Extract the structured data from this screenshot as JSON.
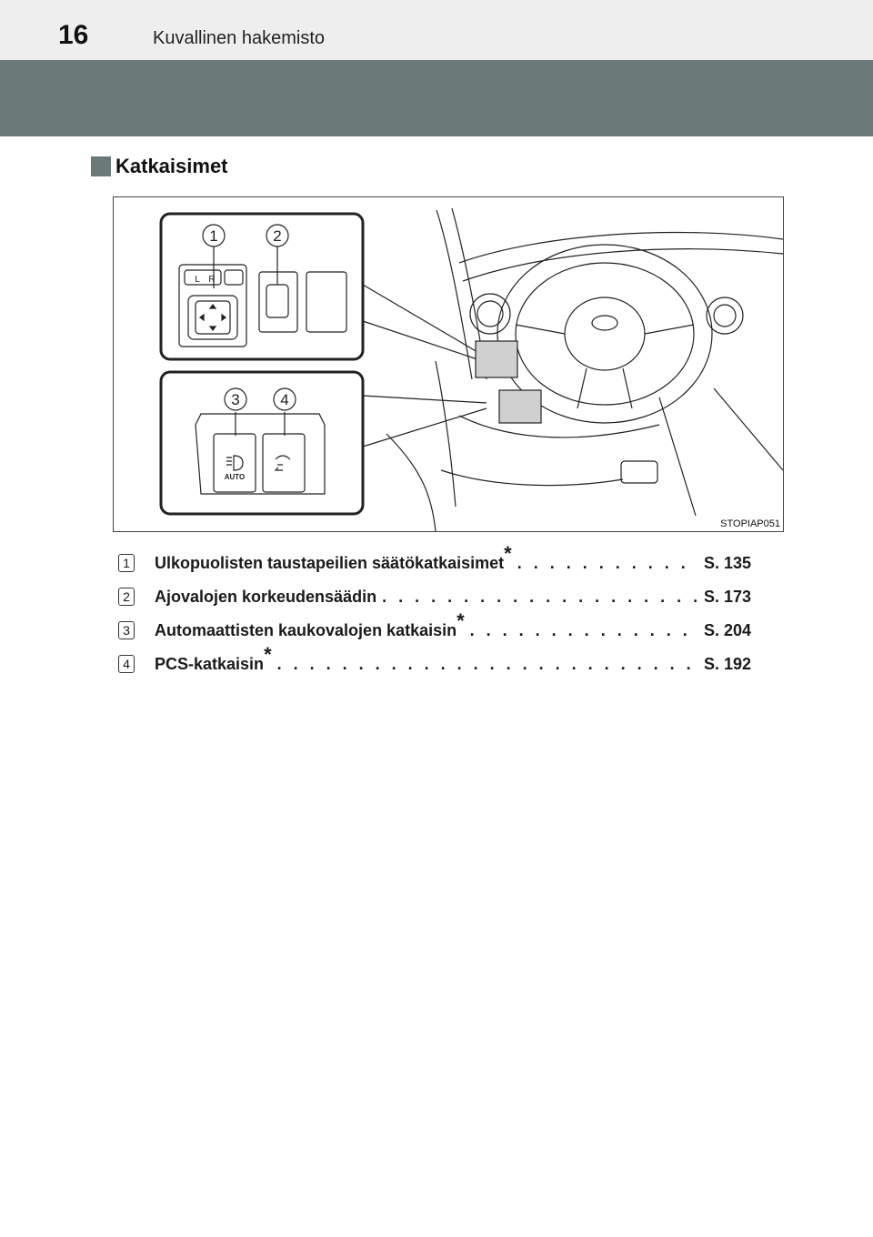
{
  "header": {
    "page_number": "16",
    "running_title": "Kuvallinen hakemisto"
  },
  "section": {
    "title": "Katkaisimet"
  },
  "figure": {
    "code": "STOPIAP051",
    "markers": [
      "1",
      "2",
      "3",
      "4"
    ],
    "mirror_labels": [
      "L",
      "R"
    ],
    "auto_label": "AUTO"
  },
  "legend": [
    {
      "num": "1",
      "text": "Ulkopuolisten taustapeilien säätökatkaisimet",
      "asterisk": "*",
      "ref": "S. 135"
    },
    {
      "num": "2",
      "text": "Ajovalojen korkeudensäädin",
      "asterisk": "",
      "ref": "S. 173"
    },
    {
      "num": "3",
      "text": "Automaattisten kaukovalojen katkaisin",
      "asterisk": "*",
      "ref": "S. 204"
    },
    {
      "num": "4",
      "text": "PCS-katkaisin",
      "asterisk": "*",
      "ref": "S. 192"
    }
  ],
  "colors": {
    "band": "#6b7a79",
    "top_strip": "#eeeeee",
    "highlight": "#d0d0d0"
  }
}
